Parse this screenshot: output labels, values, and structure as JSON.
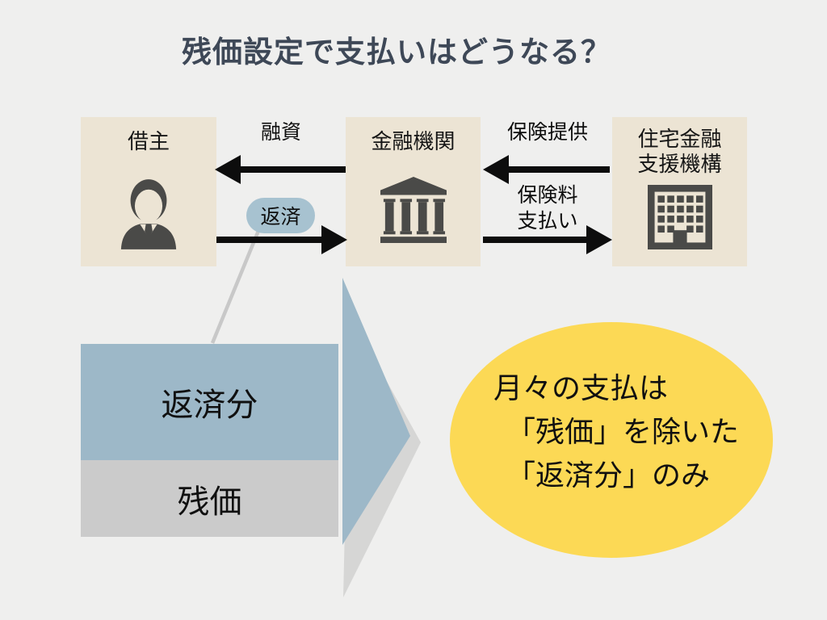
{
  "title": "残価設定で支払いはどうなる？",
  "entities": {
    "borrower": {
      "label": "借主"
    },
    "financial_institution": {
      "label": "金融機関"
    },
    "housing_agency": {
      "label_line1": "住宅金融",
      "label_line2": "支援機構"
    }
  },
  "flows": {
    "loan_label": "融資",
    "repayment_label": "返済",
    "insurance_provision_label": "保険提供",
    "insurance_premium_line1": "保険料",
    "insurance_premium_line2": "支払い"
  },
  "payment_breakdown": {
    "repayment_portion_label": "返済分",
    "residual_value_label": "残価"
  },
  "callout": {
    "line1": "月々の支払は",
    "line2": "「残価」を除いた",
    "line3": "「返済分」のみ"
  },
  "colors": {
    "background": "#efefee",
    "node_background": "#ece4d4",
    "icon_gray": "#4a4a48",
    "title_text": "#3e4857",
    "body_text": "#101010",
    "arrow_black": "#0d0d0d",
    "repayment_blue": "#9db8c8",
    "pill_blue": "#a7c2d0",
    "residual_gray": "#cbcbcb",
    "shadow_gray": "#d6d6d5",
    "leader_line_gray": "#c8c8c8",
    "callout_yellow": "#fcd955"
  }
}
